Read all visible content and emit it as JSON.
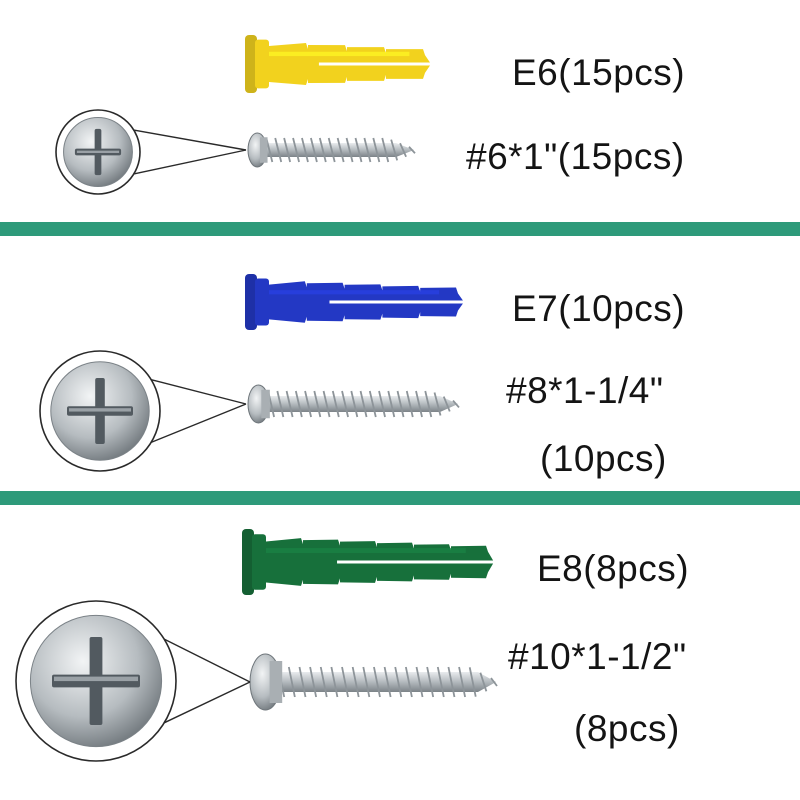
{
  "colors": {
    "background": "#ffffff",
    "divider": "#2e9a7a",
    "text": "#141414",
    "anchor_yellow": "#f2d21e",
    "anchor_blue": "#2338c4",
    "anchor_green": "#17703b",
    "screw_metal": "#c4c9cc"
  },
  "sections": [
    {
      "anchor_label": "E6(15pcs)",
      "screw_label_line1": "#6*1\"(15pcs)",
      "screw_label_line2": "",
      "anchor_icon": "wall-anchor-icon",
      "screw_icon": "phillips-screw-icon"
    },
    {
      "anchor_label": "E7(10pcs)",
      "screw_label_line1": "#8*1-1/4\"",
      "screw_label_line2": "(10pcs)",
      "anchor_icon": "wall-anchor-icon",
      "screw_icon": "phillips-screw-icon"
    },
    {
      "anchor_label": "E8(8pcs)",
      "screw_label_line1": "#10*1-1/2\"",
      "screw_label_line2": "(8pcs)",
      "anchor_icon": "wall-anchor-icon",
      "screw_icon": "phillips-screw-icon"
    }
  ]
}
